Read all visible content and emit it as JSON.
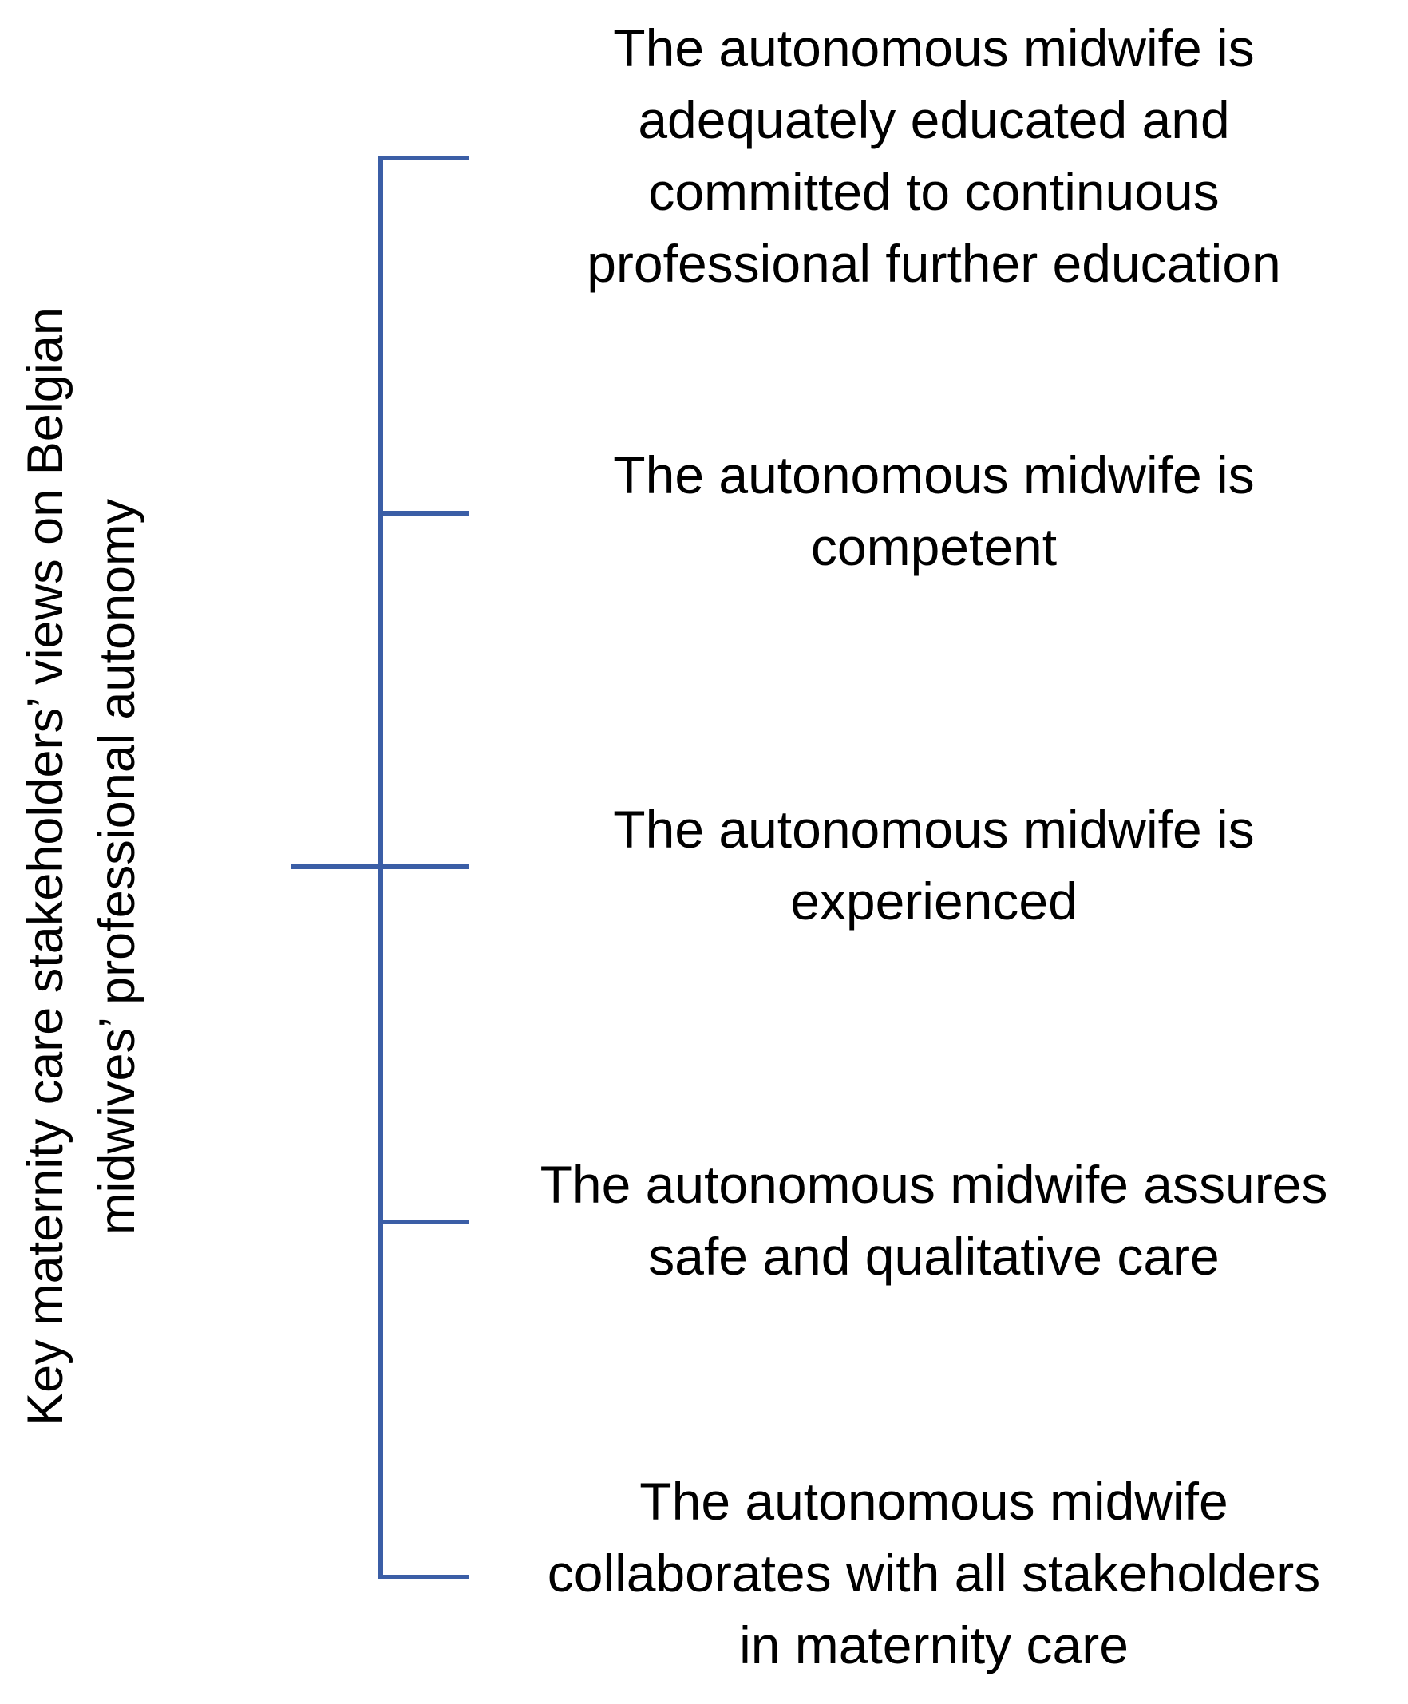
{
  "diagram": {
    "root_label": "Key maternity care stakeholders’ views on Belgian\nmidwives’ professional autonomy",
    "themes": [
      {
        "label": "The autonomous midwife is\nadequately educated and\ncommitted to continuous\nprofessional further education"
      },
      {
        "label": "The autonomous midwife is\ncompetent"
      },
      {
        "label": "The autonomous midwife is\nexperienced"
      },
      {
        "label": "The autonomous midwife assures\nsafe and qualitative care"
      },
      {
        "label": "The autonomous midwife\ncollaborates with all stakeholders\nin maternity care"
      }
    ],
    "connector_color": "#3b5ea6"
  }
}
